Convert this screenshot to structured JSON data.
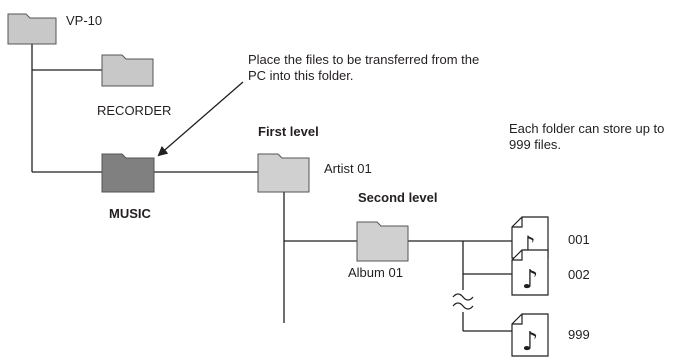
{
  "root": {
    "label": "VP-10",
    "color": "#c8c8c8"
  },
  "recorder": {
    "label": "RECORDER",
    "color": "#c8c8c8"
  },
  "music": {
    "label": "MUSIC",
    "color": "#808080"
  },
  "note_transfer": "Place the files to be transferred from the PC into this folder.",
  "first_level": {
    "heading": "First level",
    "folder_label": "Artist 01",
    "color": "#d0d0d0"
  },
  "second_level": {
    "heading": "Second level",
    "folder_label": "Album 01",
    "color": "#d0d0d0"
  },
  "capacity_note": "Each folder can store up to 999 files.",
  "files": [
    {
      "label": "001",
      "icon": "music-note-icon"
    },
    {
      "label": "002",
      "icon": "music-note-icon"
    },
    {
      "label": "999",
      "icon": "music-note-icon"
    }
  ],
  "colors": {
    "line": "#231f20",
    "folder_outline": "#555555"
  }
}
